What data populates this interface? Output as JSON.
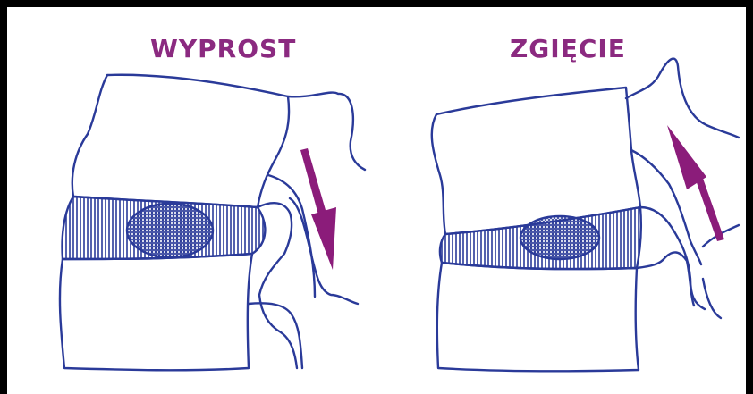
{
  "panels": {
    "left": {
      "title": "WYPROST",
      "arrow_direction": "down"
    },
    "right": {
      "title": "ZGIĘCIE",
      "arrow_direction": "up"
    }
  },
  "colors": {
    "outline": "#2a3a99",
    "arrow": "#8b1c7a",
    "title": "#8b2a80",
    "frame": "#000000"
  }
}
